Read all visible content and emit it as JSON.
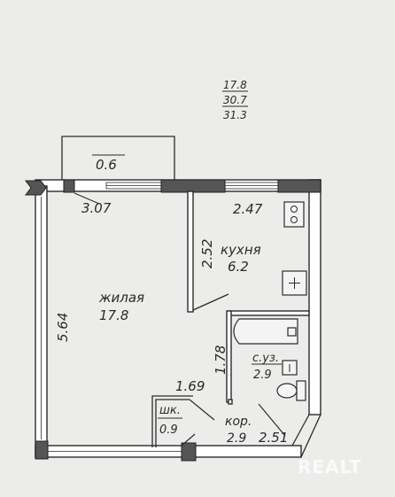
{
  "areas_summary": {
    "living": "17.8",
    "total": "30.7",
    "total_with_balcony": "31.3"
  },
  "balcony": {
    "area": "0.6"
  },
  "rooms": {
    "living": {
      "name": "жилая",
      "area": "17.8"
    },
    "kitchen": {
      "name": "кухня",
      "area": "6.2"
    },
    "bathroom": {
      "name": "с.уз.",
      "area": "2.9"
    },
    "corridor": {
      "name": "кор.",
      "area": "2.9"
    },
    "closet": {
      "name": "шк.",
      "area": "0.9"
    }
  },
  "dimensions": {
    "living_top": "3.07",
    "living_left": "5.64",
    "kitchen_width": "2.47",
    "kitchen_depth": "2.52",
    "bathroom_height": "1.78",
    "corridor_width": "1.69",
    "corridor_length": "2.51"
  },
  "watermark": {
    "text": "REALT"
  }
}
